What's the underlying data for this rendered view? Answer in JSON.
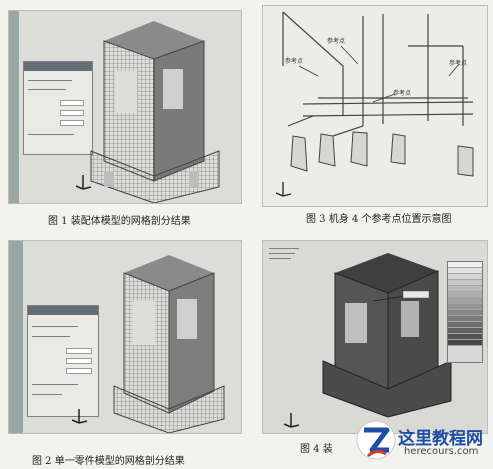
{
  "captions": {
    "fig1": "图 1  装配体模型的网格剖分结果",
    "fig2": "图 2  单一零件模型的网格剖分结果",
    "fig3": "图 3  机身 4 个参考点位置示意图",
    "fig4": "图 4  装"
  },
  "fig3_labels": [
    "参考点",
    "参考点",
    "参考点",
    "参考点"
  ],
  "watermark": {
    "site_name": "这里教程网",
    "site_url": "herecours.com"
  },
  "colors": {
    "page_bg": "#f2f2ef",
    "mesh": "#6e6e6e",
    "logo_blue": "#1f4ea5",
    "logo_red": "#d43a2a"
  }
}
